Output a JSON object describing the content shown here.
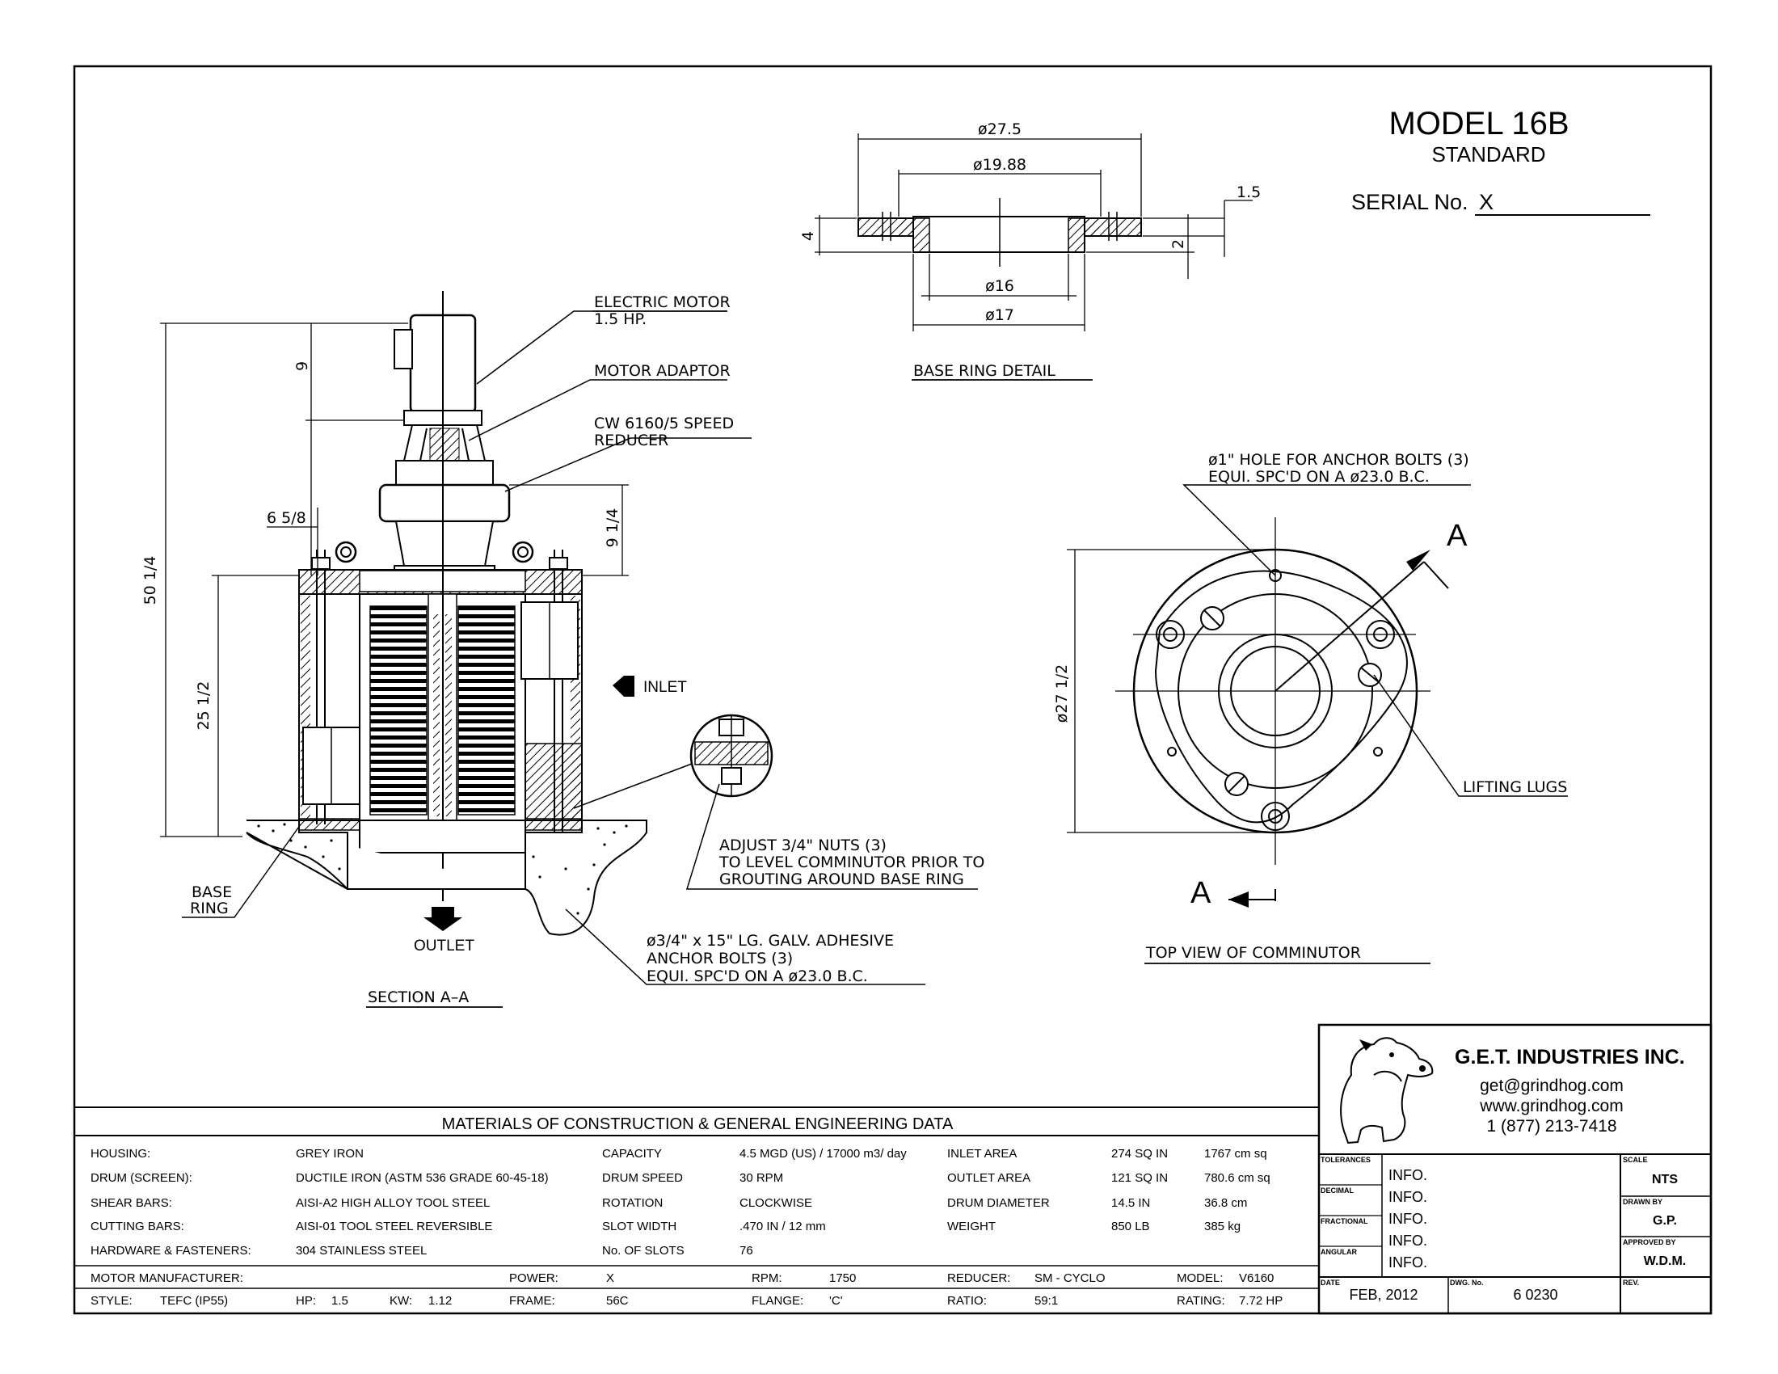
{
  "title": {
    "model": "MODEL 16B",
    "subtitle": "STANDARD",
    "serial_label": "SERIAL No.",
    "serial_value": "X"
  },
  "base_ring_detail": {
    "title": "BASE RING DETAIL",
    "dims": {
      "d27_5": "ø27.5",
      "d19_88": "ø19.88",
      "d16": "ø16",
      "d17": "ø17",
      "h4": "4",
      "h2": "2",
      "h1_5": "1.5"
    }
  },
  "section": {
    "title": "SECTION A–A",
    "labels": {
      "motor_l1": "ELECTRIC MOTOR",
      "motor_l2": "1.5 HP.",
      "adaptor": "MOTOR ADAPTOR",
      "reducer_l1": "CW 6160/5 SPEED",
      "reducer_l2": "REDUCER",
      "inlet": "INLET",
      "outlet": "OUTLET",
      "base_ring_l1": "BASE",
      "base_ring_l2": "RING",
      "nuts_l1": "ADJUST 3/4\" NUTS (3)",
      "nuts_l2": "TO LEVEL COMMINUTOR PRIOR TO",
      "nuts_l3": "GROUTING AROUND BASE RING",
      "anchor_l1": "ø3/4\" x 15\" LG. GALV. ADHESIVE",
      "anchor_l2": "ANCHOR BOLTS (3)",
      "anchor_l3": "EQUI. SPC'D ON A ø23.0 B.C."
    },
    "dims": {
      "d50_25": "50 1/4",
      "d25_5": "25 1/2",
      "d9": "9",
      "d9_25": "9 1/4",
      "d6_625": "6 5/8"
    }
  },
  "top_view": {
    "title": "TOP VIEW OF COMMINUTOR",
    "hole_l1": "ø1\" HOLE FOR ANCHOR BOLTS (3)",
    "hole_l2": "EQUI. SPC'D ON A ø23.0 B.C.",
    "lifting_lugs": "LIFTING LUGS",
    "dim": "ø27 1/2",
    "section_mark": "A"
  },
  "table": {
    "heading": "MATERIALS OF CONSTRUCTION & GENERAL  ENGINEERING  DATA",
    "rows": [
      [
        "HOUSING:",
        "GREY IRON",
        "CAPACITY",
        "4.5 MGD (US)  / 17000 m3/ day",
        "INLET  AREA",
        "274 SQ IN",
        "1767 cm sq"
      ],
      [
        "DRUM (SCREEN):",
        "DUCTILE IRON (ASTM 536 GRADE 60-45-18)",
        "DRUM  SPEED",
        "30 RPM",
        "OUTLET  AREA",
        "121 SQ IN",
        "780.6 cm sq"
      ],
      [
        "SHEAR BARS:",
        "AISI-A2 HIGH ALLOY TOOL STEEL",
        "ROTATION",
        "CLOCKWISE",
        "DRUM  DIAMETER",
        "14.5 IN",
        "36.8 cm"
      ],
      [
        "CUTTING BARS:",
        "AISI-01 TOOL STEEL REVERSIBLE",
        "SLOT  WIDTH",
        ".470 IN /  12 mm",
        "WEIGHT",
        "850 LB",
        "385 kg"
      ],
      [
        "HARDWARE & FASTENERS:",
        "304 STAINLESS STEEL",
        "No. OF SLOTS",
        "76",
        "",
        "",
        ""
      ]
    ],
    "motor_row": {
      "label": "MOTOR MANUFACTURER:",
      "power_label": "POWER:",
      "power": "X",
      "rpm_label": "RPM:",
      "rpm": "1750",
      "reducer_label": "REDUCER:",
      "reducer": "SM - CYCLO",
      "model_label": "MODEL:",
      "model": "V6160"
    },
    "style_row": {
      "style_label": "STYLE:",
      "style": "TEFC (IP55)",
      "hp_label": "HP:",
      "hp": "1.5",
      "kw_label": "KW:",
      "kw": "1.12",
      "frame_label": "FRAME:",
      "frame": "56C",
      "flange_label": "FLANGE:",
      "flange": "'C'",
      "ratio_label": "RATIO:",
      "ratio": "59:1",
      "rating_label": "RATING:",
      "rating": "7.72 HP"
    }
  },
  "title_block": {
    "company": "G.E.T. INDUSTRIES INC.",
    "email": "get@grindhog.com",
    "web": "www.grindhog.com",
    "phone": "1 (877) 213-7418",
    "tol_labels": [
      "TOLERANCES",
      "DECIMAL",
      "FRACTIONAL",
      "ANGULAR"
    ],
    "info": [
      "INFO.",
      "INFO.",
      "INFO.",
      "INFO.",
      "INFO."
    ],
    "scale_label": "SCALE",
    "scale": "NTS",
    "drawn_label": "DRAWN BY",
    "drawn": "G.P.",
    "approved_label": "APPROVED BY",
    "approved": "W.D.M.",
    "date_label": "DATE",
    "date": "FEB, 2012",
    "dwg_label": "DWG. No.",
    "dwg": "6 0230",
    "rev_label": "REV."
  }
}
